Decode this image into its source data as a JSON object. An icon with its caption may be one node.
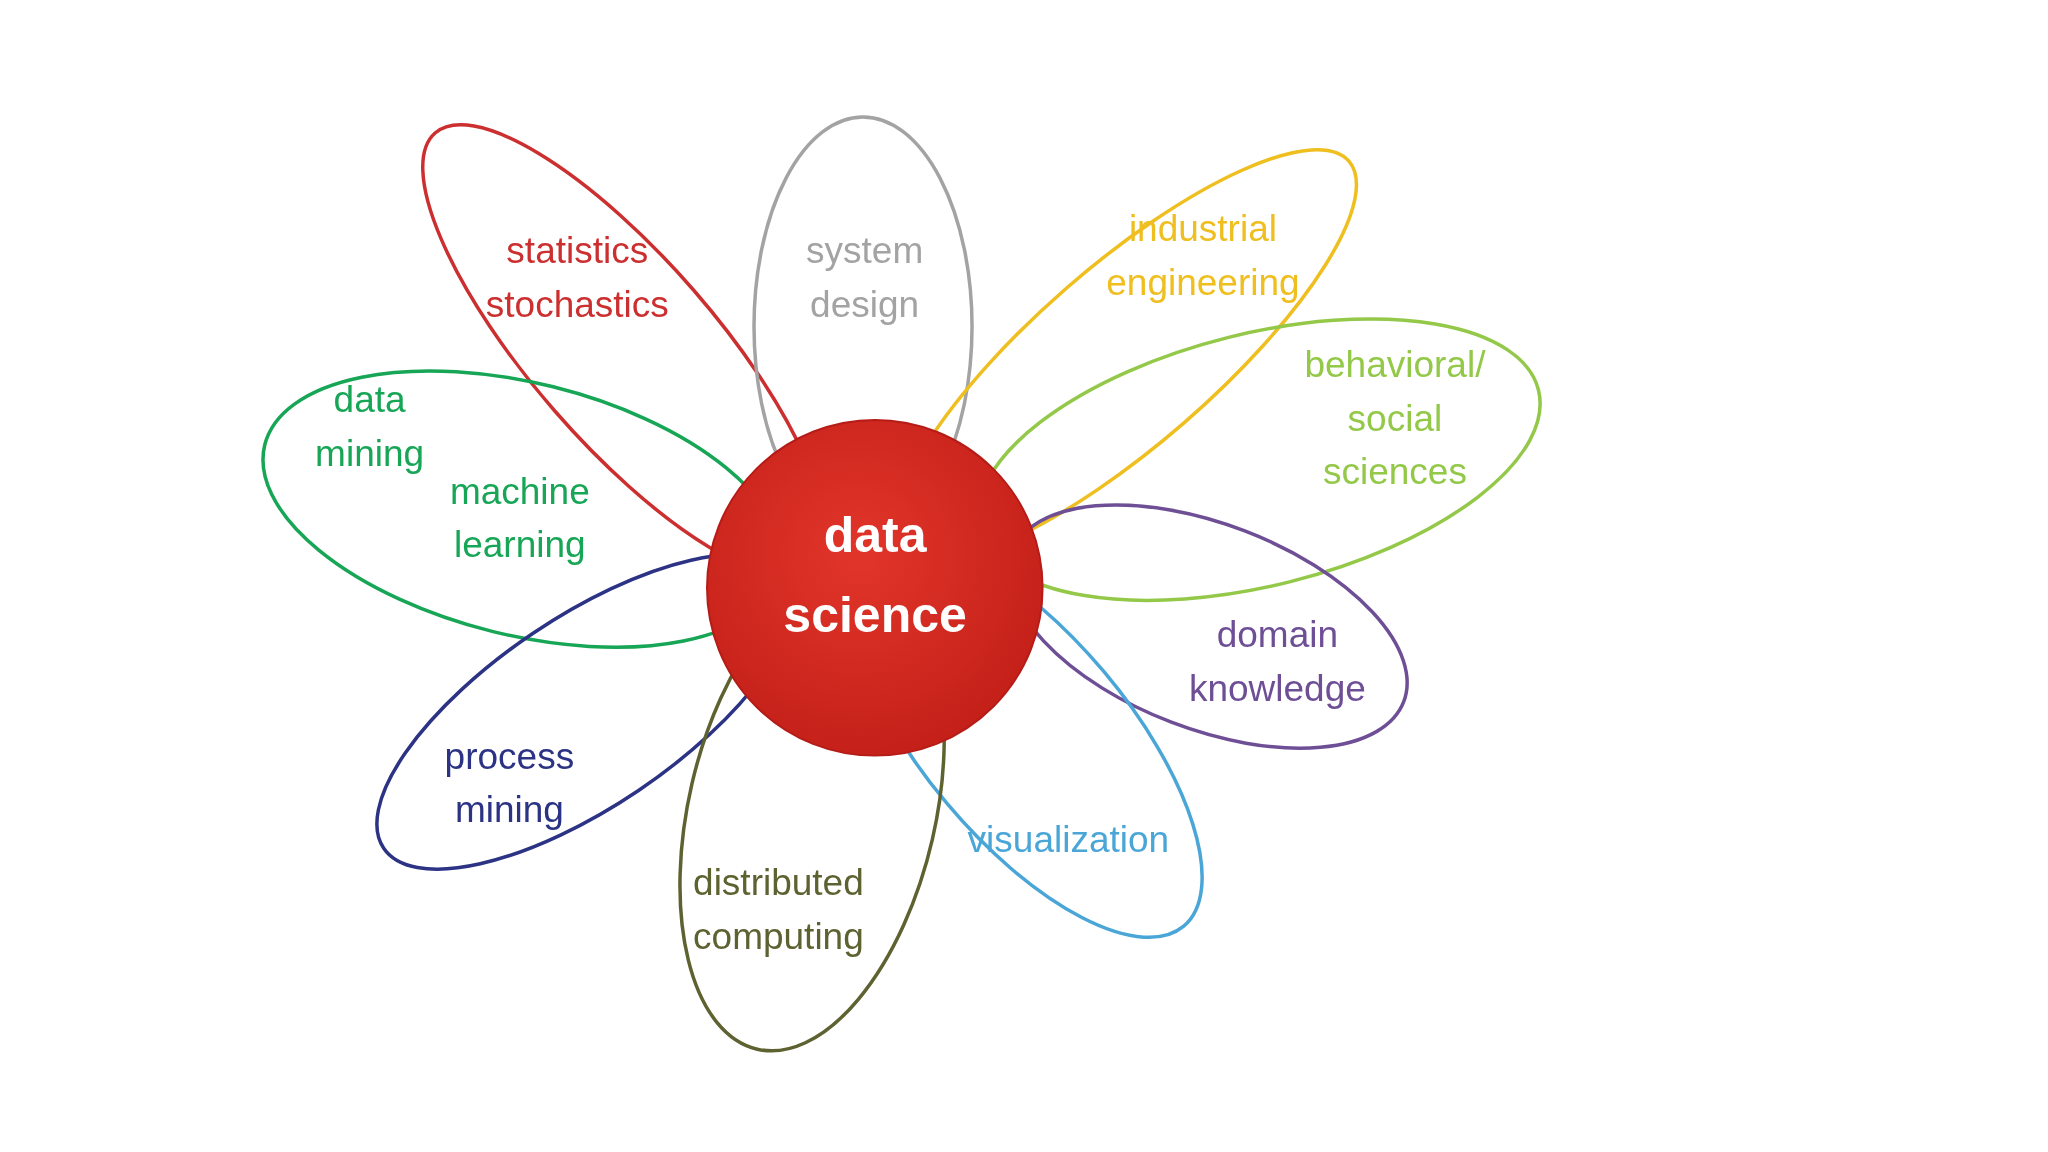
{
  "diagram": {
    "nodes": [
      {
        "text": [
          "statistics stochastics"
        ]
      },
      {
        "text": [
          "system design"
        ]
      },
      {
        "text": [
          "industrial engineering"
        ]
      },
      {
        "text": [
          "data mining",
          "machine learning"
        ]
      },
      {
        "text": [
          "behavioral/ social sciences"
        ]
      },
      {
        "text": [
          "domain knowledge"
        ]
      },
      {
        "text": [
          "process mining"
        ]
      },
      {
        "text": [
          "visualization"
        ]
      },
      {
        "text": [
          "distributed computing"
        ]
      },
      {
        "text": [
          "data science"
        ]
      }
    ]
  }
}
